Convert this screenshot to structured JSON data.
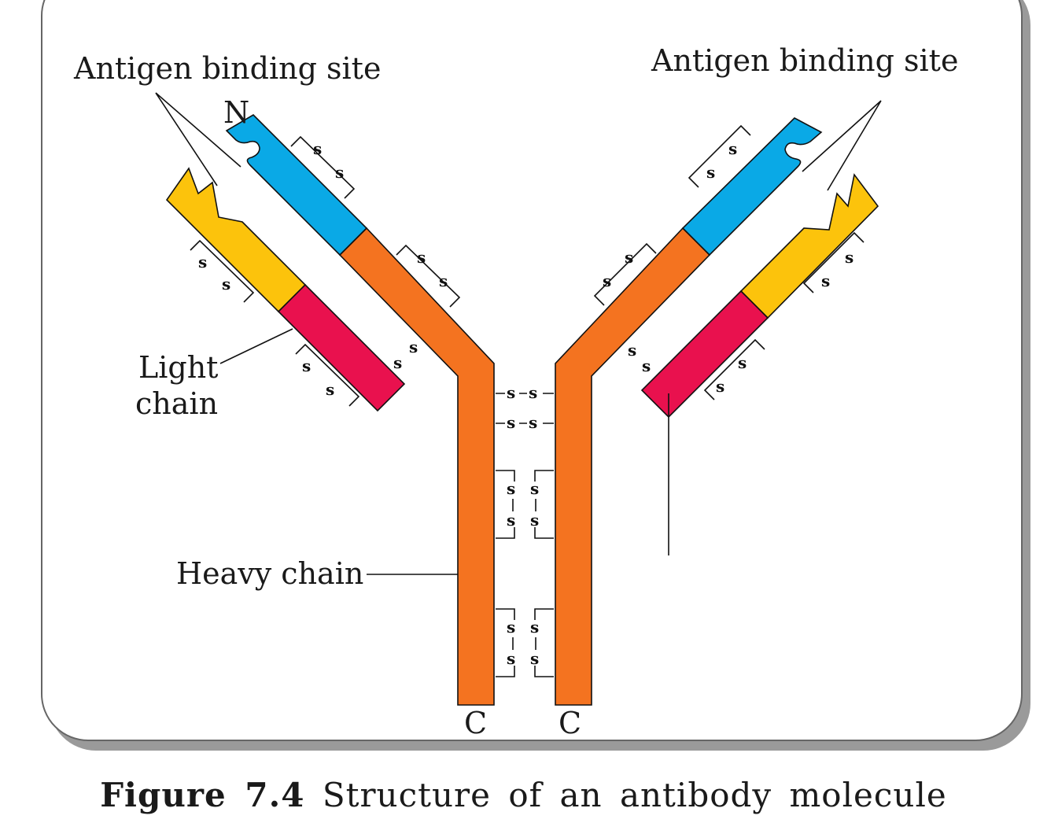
{
  "labels": {
    "antigen_site_left": "Antigen binding site",
    "antigen_site_right": "Antigen binding site",
    "n_terminus": "N",
    "light_chain_line1": "Light",
    "light_chain_line2": "chain",
    "heavy_chain": "Heavy chain",
    "c_terminus_left": "C",
    "c_terminus_right": "C",
    "disulfide": "s"
  },
  "caption": {
    "number": "Figure 7.4",
    "text": "Structure of an antibody molecule"
  },
  "colors": {
    "heavy_constant": "#f47320",
    "heavy_variable": "#0aa9e6",
    "light_variable": "#fcc30c",
    "light_constant": "#e9114e",
    "outline": "#111111",
    "frame_shadow": "#9a9a9a"
  }
}
